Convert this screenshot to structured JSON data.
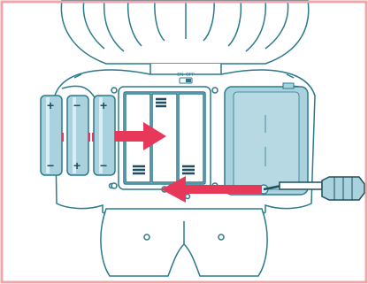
{
  "diagram": {
    "switch": {
      "label_on": "ON",
      "label_off": "OFF"
    },
    "batteries": [
      {
        "top_sign": "+",
        "bottom_sign": "−"
      },
      {
        "top_sign": "−",
        "bottom_sign": "+"
      },
      {
        "top_sign": "+",
        "bottom_sign": "−"
      }
    ],
    "arrows": [
      {
        "name": "insert-batteries",
        "direction": "right"
      },
      {
        "name": "remove-cover",
        "direction": "left"
      }
    ],
    "colors": {
      "frame": "#f0a6a8",
      "line": "#2a7a8c",
      "fill": "#a9d2de",
      "body": "#ffffff",
      "arrow": "#e8385a"
    }
  }
}
